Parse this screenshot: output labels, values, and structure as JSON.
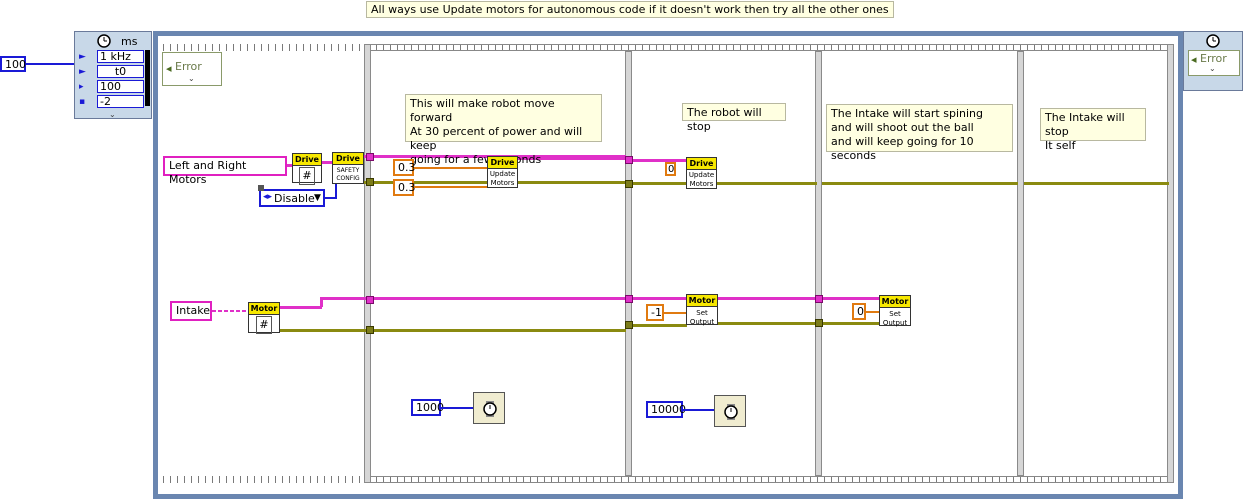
{
  "comment_top": "All ways use Update motors for autonomous code if it doesn't work then try all the other ones",
  "left_const": "100",
  "timing_node": {
    "unit": "ms",
    "rows": [
      "1 kHz",
      "t0",
      "100",
      "-2"
    ]
  },
  "error_label": "Error",
  "refs": {
    "drive": "Left and Right Motors",
    "intake": "Intake"
  },
  "enum_disable": "Disable",
  "vi": {
    "drive_hdr": "Drive",
    "motor_hdr": "Motor",
    "safety": "SAFETY CONFIG",
    "update": "Update Motors",
    "set_output": "Set Output",
    "ref_glyph": "#"
  },
  "frames": {
    "f1": {
      "note": "This will make robot move forward\nAt 30 percent of power and will keep\ngoing for a few seconds",
      "c1": "0.3",
      "c2": "0.3",
      "wait": "1000"
    },
    "f2": {
      "note": "The robot will stop",
      "c1": "0",
      "c2": "0",
      "intake_val": "-1",
      "wait": "10000"
    },
    "f3": {
      "note": "The Intake will start spining\nand will shoot out the ball\nand will keep going for 10 seconds",
      "intake_val": "0"
    },
    "f4": {
      "note": "The Intake will stop\nIt self"
    }
  },
  "colors": {
    "blue_wire": "#1a1ad6",
    "refnum_wire": "#e030c8",
    "error_wire": "#8a8a10",
    "numeric": "#e07a10",
    "vi_header": "#f7e800"
  }
}
